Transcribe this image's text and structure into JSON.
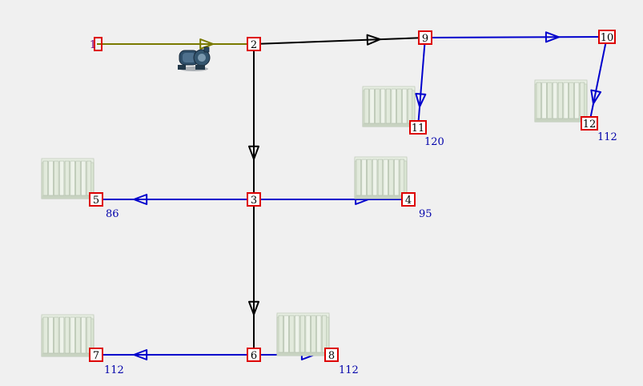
{
  "colors": {
    "supply": "#7a7a00",
    "main": "#000000",
    "branch": "#0000cc",
    "node_border": "#dd0000",
    "node_fill": "#ffffff",
    "label": "#0000aa",
    "node1_text": "#7a007a"
  },
  "nodes": [
    {
      "id": "1",
      "label": "1"
    },
    {
      "id": "2",
      "label": "2"
    },
    {
      "id": "3",
      "label": "3"
    },
    {
      "id": "4",
      "label": "4"
    },
    {
      "id": "5",
      "label": "5"
    },
    {
      "id": "6",
      "label": "6"
    },
    {
      "id": "7",
      "label": "7"
    },
    {
      "id": "8",
      "label": "8"
    },
    {
      "id": "9",
      "label": "9"
    },
    {
      "id": "10",
      "label": "10"
    },
    {
      "id": "11",
      "label": "11"
    },
    {
      "id": "12",
      "label": "12"
    }
  ],
  "pipes": [
    {
      "from": "1",
      "to": "2",
      "kind": "supply"
    },
    {
      "from": "2",
      "to": "9",
      "kind": "main"
    },
    {
      "from": "2",
      "to": "3",
      "kind": "main"
    },
    {
      "from": "3",
      "to": "6",
      "kind": "main"
    },
    {
      "from": "9",
      "to": "10",
      "kind": "branch"
    },
    {
      "from": "9",
      "to": "11",
      "kind": "branch"
    },
    {
      "from": "10",
      "to": "12",
      "kind": "branch"
    },
    {
      "from": "3",
      "to": "5",
      "kind": "branch"
    },
    {
      "from": "3",
      "to": "4",
      "kind": "branch"
    },
    {
      "from": "6",
      "to": "7",
      "kind": "branch"
    },
    {
      "from": "6",
      "to": "8",
      "kind": "branch"
    }
  ],
  "radiators": [
    {
      "node": "11",
      "value": "120"
    },
    {
      "node": "12",
      "value": "112"
    },
    {
      "node": "5",
      "value": "86"
    },
    {
      "node": "4",
      "value": "95"
    },
    {
      "node": "7",
      "value": "112"
    },
    {
      "node": "8",
      "value": "112"
    }
  ],
  "pump": {
    "icon": "pump-icon"
  }
}
